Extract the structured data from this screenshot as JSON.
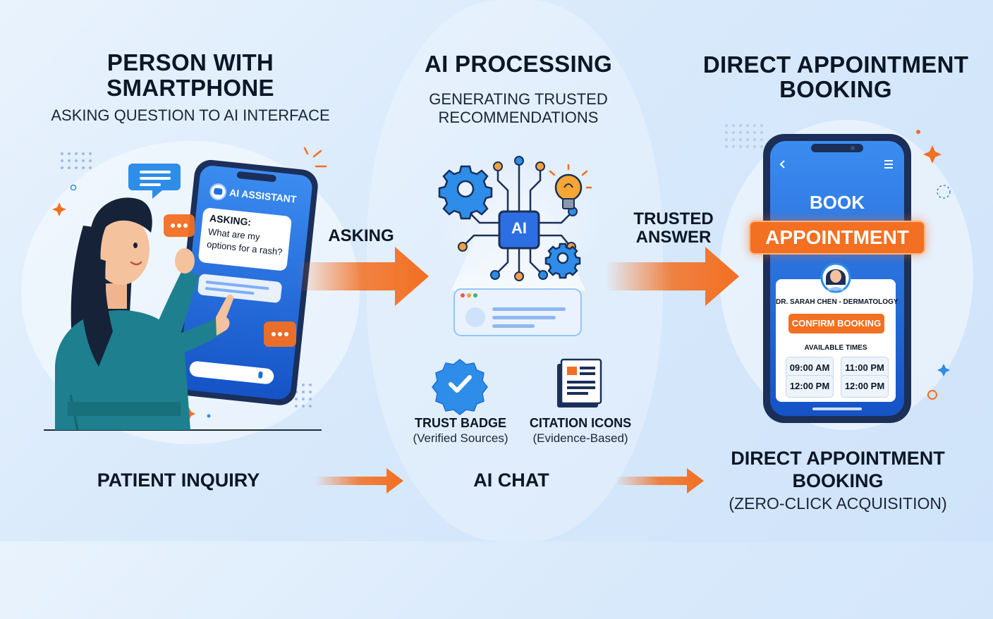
{
  "columns": {
    "left": {
      "title_line1": "PERSON WITH",
      "title_line2": "SMARTPHONE",
      "subtitle": "ASKING QUESTION TO AI INTERFACE",
      "bottom_label": "PATIENT INQUIRY"
    },
    "middle": {
      "title": "AI PROCESSING",
      "subtitle_line1": "GENERATING TRUSTED",
      "subtitle_line2": "RECOMMENDATIONS",
      "bottom_label": "AI CHAT"
    },
    "right": {
      "title_line1": "DIRECT APPOINTMENT",
      "title_line2": "BOOKING",
      "bottom_line1": "DIRECT APPOINTMENT",
      "bottom_line2": "BOOKING",
      "bottom_line3": "(ZERO-CLICK ACQUISITION)"
    }
  },
  "arrows": {
    "asking": "ASKING",
    "trusted_line1": "TRUSTED",
    "trusted_line2": "ANSWER"
  },
  "phone_left": {
    "header": "AI ASSISTANT",
    "asking_label": "ASKING:",
    "question_line1": "What are my",
    "question_line2": "options for a rash?"
  },
  "ai_chip": "AI",
  "badges": {
    "trust_title": "TRUST BADGE",
    "trust_sub": "(Verified Sources)",
    "citation_title": "CITATION ICONS",
    "citation_sub": "(Evidence-Based)"
  },
  "phone_right": {
    "book": "BOOK",
    "appointment": "APPOINTMENT",
    "doctor": "DR. SARAH CHEN - DERMATOLOGY",
    "confirm": "CONFIRM BOOKING",
    "available": "AVAILABLE TIMES",
    "times": [
      "09:00 AM",
      "11:00 PM",
      "12:00 PM",
      "12:00 PM"
    ]
  },
  "colors": {
    "accent_orange": "#f36f21",
    "primary_blue": "#1e6fe0",
    "dark_navy": "#0b1626",
    "teal_sweater": "#1e7f8e"
  }
}
